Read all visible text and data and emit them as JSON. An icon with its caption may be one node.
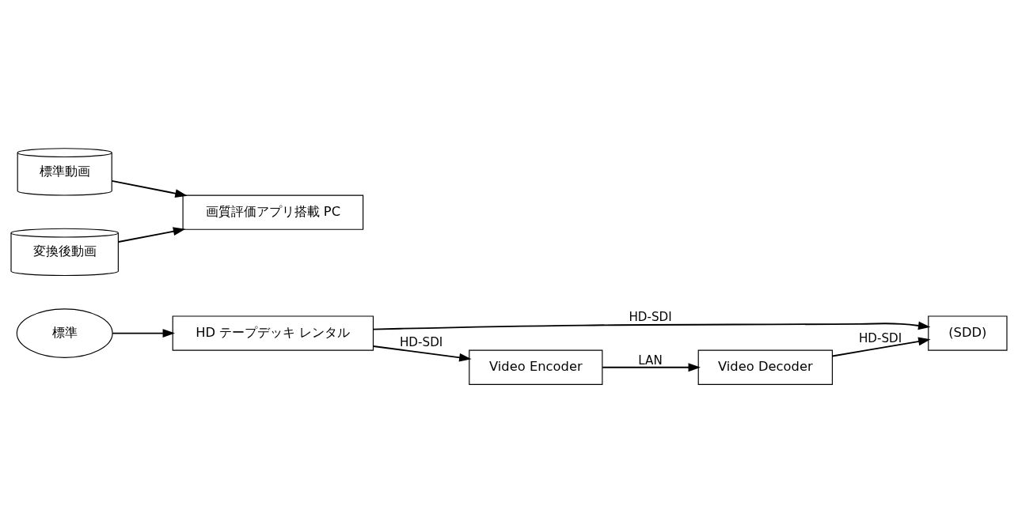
{
  "diagram": {
    "nodes": [
      {
        "text": [
          "標準"
        ]
      },
      {
        "text": [
          "HD テープデッキ レンタル"
        ]
      },
      {
        "text": [
          "(SDD)"
        ]
      },
      {
        "text": [
          "Video Encoder"
        ]
      },
      {
        "text": [
          "Video Decoder"
        ]
      },
      {
        "text": [
          "画質評価アプリ搭載 PC"
        ]
      },
      {
        "text": [
          "標準動画"
        ]
      },
      {
        "text": [
          "変換後動画"
        ]
      }
    ],
    "edges": [
      {
        "from": 0,
        "to": 1,
        "arrow": "to"
      },
      {
        "from": 1,
        "to": 2,
        "arrow": "to",
        "label": "HD-SDI"
      },
      {
        "from": 1,
        "to": 3,
        "arrow": "to",
        "label": "HD-SDI"
      },
      {
        "from": 3,
        "to": 4,
        "arrow": "to",
        "label": "LAN"
      },
      {
        "from": 4,
        "to": 2,
        "arrow": "to",
        "label": "HD-SDI"
      },
      {
        "from": 6,
        "to": 5,
        "arrow": "to"
      },
      {
        "from": 7,
        "to": 5,
        "arrow": "to"
      }
    ]
  }
}
